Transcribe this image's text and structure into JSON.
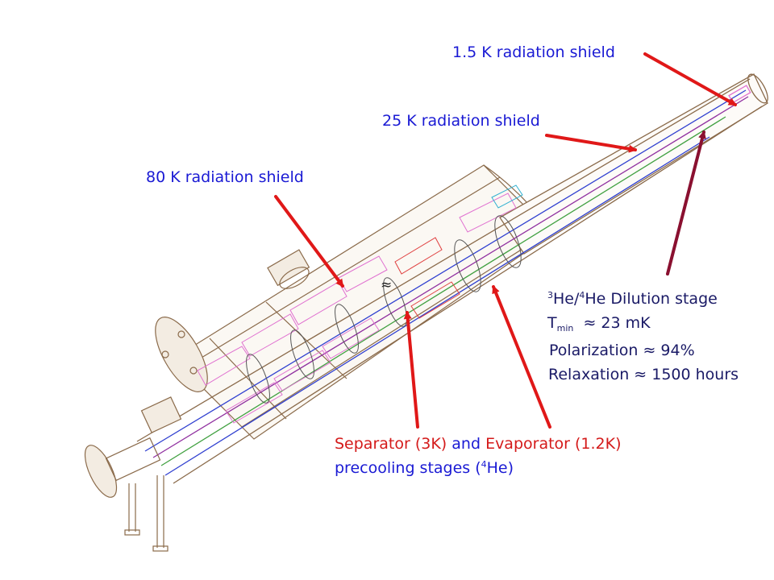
{
  "labels": {
    "shield_15k": "1.5 K radiation shield",
    "shield_25k": "25 K radiation shield",
    "shield_80k": "80 K radiation shield",
    "dilution": {
      "sup1": "3",
      "he3": "He/",
      "sup2": "4",
      "he4_stage": "He Dilution stage",
      "t": "T",
      "t_sub": "min",
      "tmin_value": "≈ 23 mK",
      "polarization": "Polarization ≈ 94%",
      "relaxation": "Relaxation ≈ 1500 hours"
    },
    "precool": {
      "separator": "Separator (3K)",
      "and": "and",
      "evaporator": "Evaporator (1.2K)",
      "line2_pre": "precooling stages (",
      "line2_sup": "4",
      "line2_post": "He)"
    },
    "approx_mark": "≈"
  },
  "colors": {
    "label_blue": "#1a1ad4",
    "label_red": "#d41a1a",
    "label_dark": "#1a1a66",
    "arrow_red": "#e01818",
    "arrow_maroon": "#8a1030",
    "outline": "#8a6a4a",
    "coil_pink": "#e070d0",
    "coil_red": "#e04040",
    "tube_blue": "#3040d0",
    "tube_purple": "#9030a0",
    "detail_cyan": "#30b0d0",
    "detail_green": "#40a040"
  }
}
